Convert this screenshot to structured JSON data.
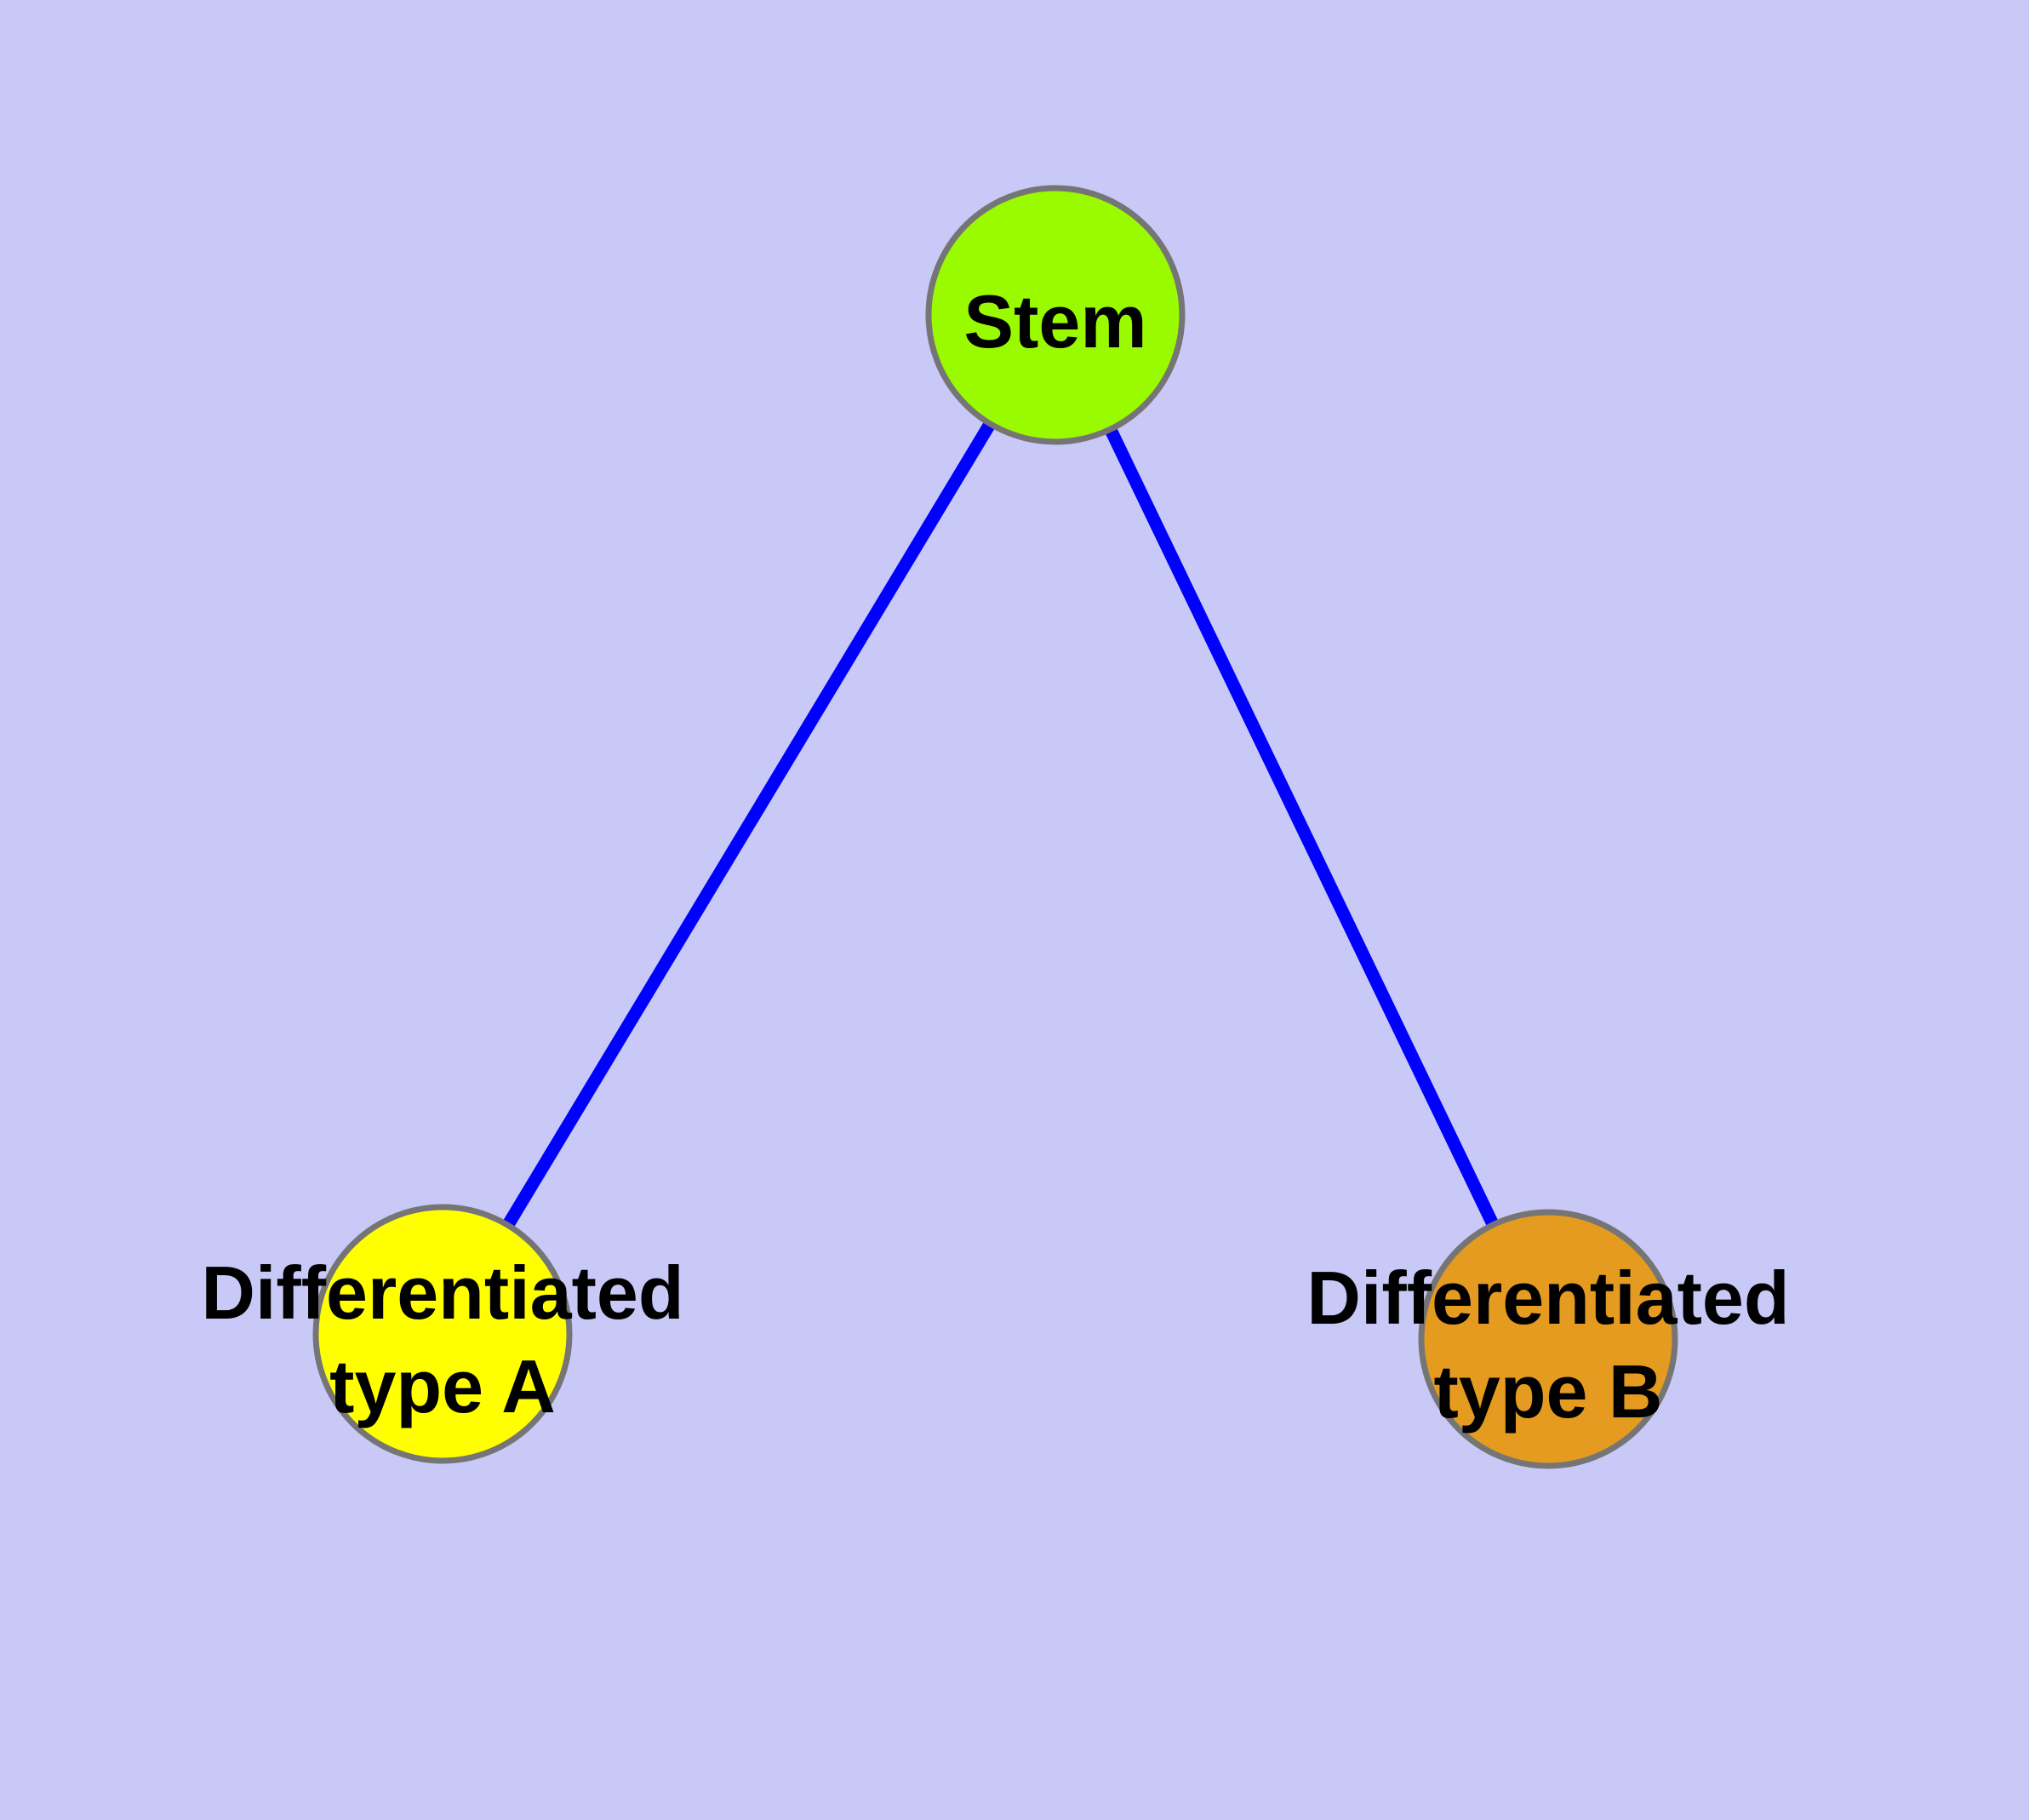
{
  "diagram": {
    "type": "node-link-graph",
    "colors": {
      "background": "#C9C9F8",
      "edge": "#0000FF",
      "node_border": "#757575",
      "label_text": "#000000",
      "stem_node_fill": "#9AFA00",
      "type_a_node_fill": "#FFFF00",
      "type_b_node_fill": "#E49B20"
    },
    "nodes": {
      "stem": {
        "label": "Stem"
      },
      "type_a": {
        "label_line1": "Differentiated",
        "label_line2": "type A"
      },
      "type_b": {
        "label_line1": "Differentiated",
        "label_line2": "type B"
      }
    },
    "edges": [
      {
        "from": "Stem",
        "to": "Differentiated type A"
      },
      {
        "from": "Stem",
        "to": "Differentiated type B"
      }
    ]
  }
}
